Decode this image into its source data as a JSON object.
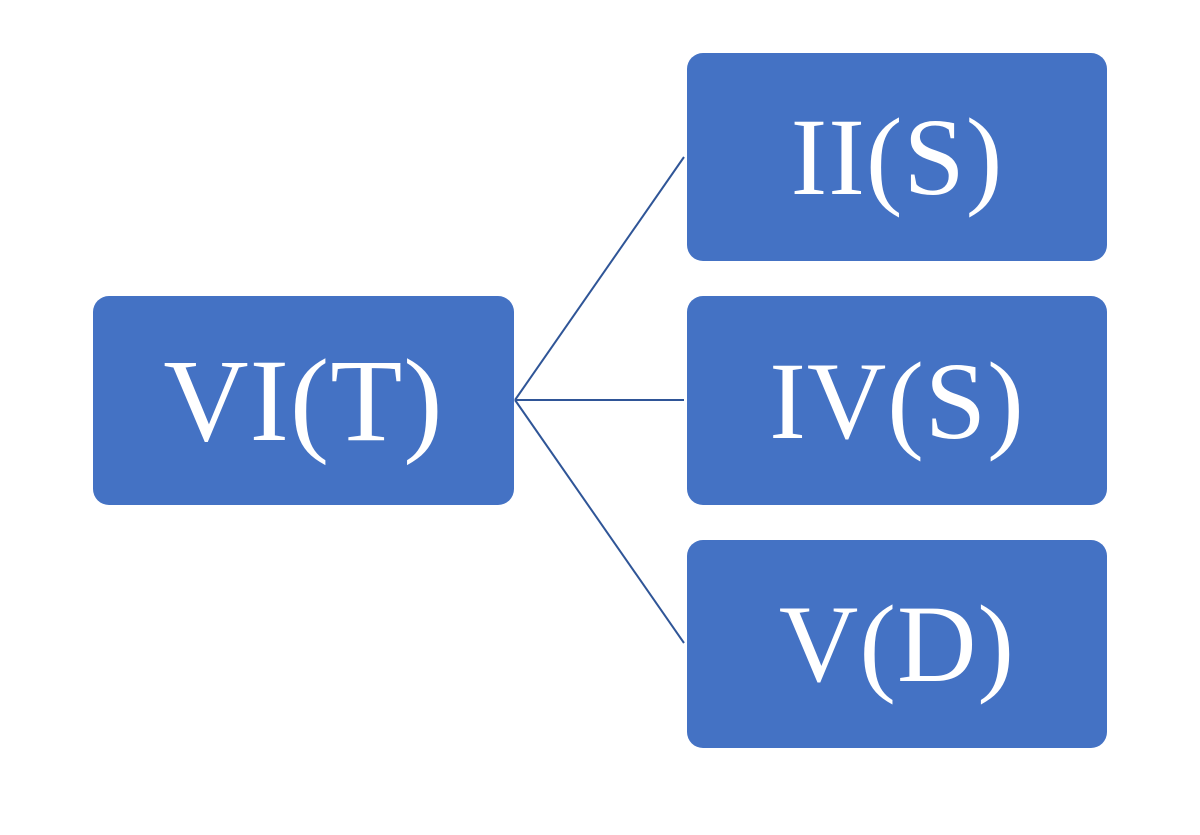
{
  "diagram": {
    "type": "tree",
    "fill_color": "#4472C4",
    "line_color": "#2F5597",
    "text_color": "#FFFFFF",
    "root": {
      "label": "VI(T)"
    },
    "children": [
      {
        "label": "II(S)"
      },
      {
        "label": "IV(S)"
      },
      {
        "label": "V(D)"
      }
    ],
    "edges": [
      {
        "from": "VI(T)",
        "to": "II(S)"
      },
      {
        "from": "VI(T)",
        "to": "IV(S)"
      },
      {
        "from": "VI(T)",
        "to": "V(D)"
      }
    ]
  }
}
